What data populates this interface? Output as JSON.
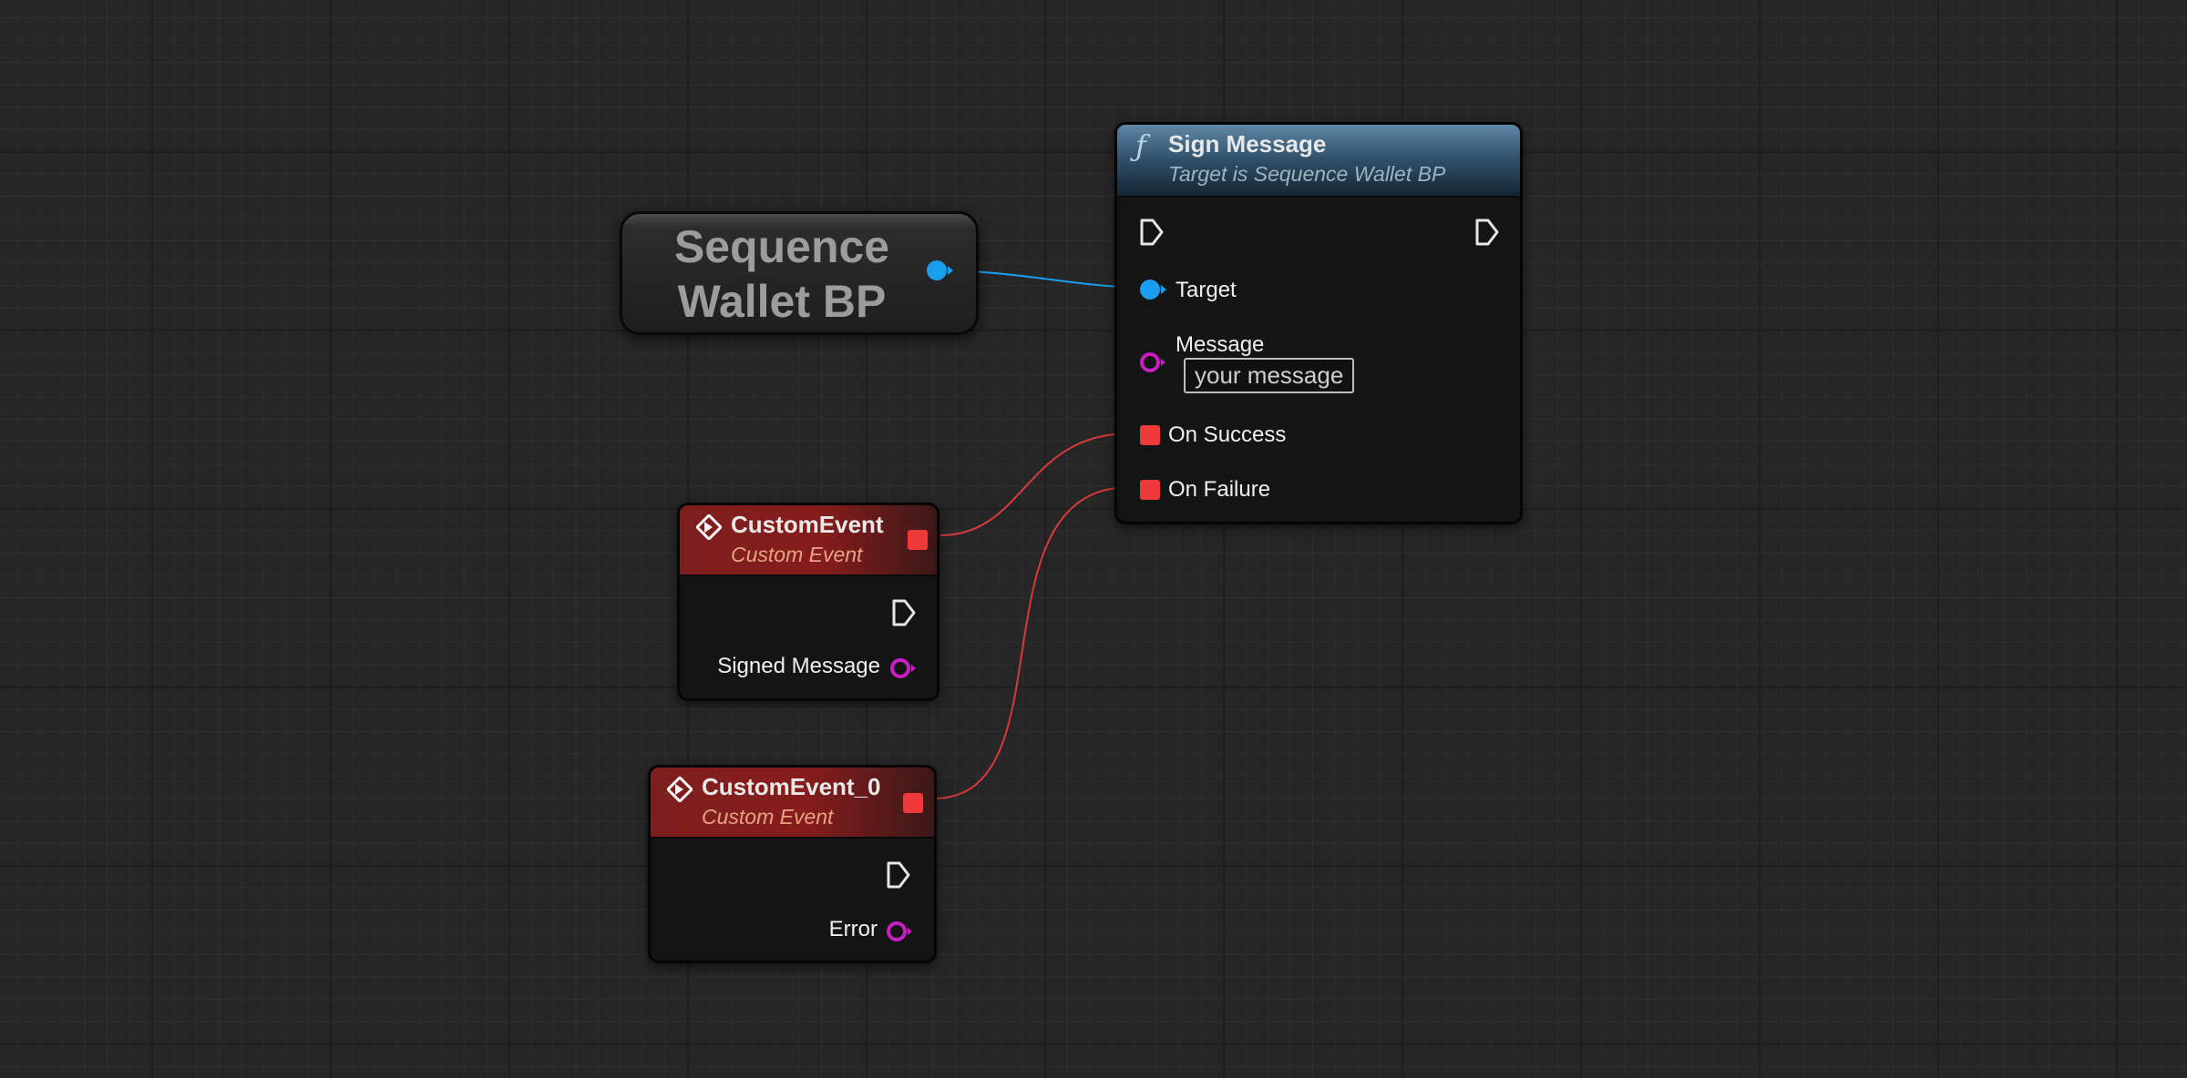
{
  "colors": {
    "object_pin": "#1a9ff0",
    "string_pin": "#c81ec3",
    "event_pin": "#ee3a3a",
    "exec_pin": "#e6e6e6",
    "wire_object": "#1a9ff0",
    "wire_event": "#d83a3a"
  },
  "variable_node": {
    "title": "Sequence Wallet BP"
  },
  "sign_message_node": {
    "icon": "function-icon",
    "title": "Sign Message",
    "subtitle": "Target is Sequence Wallet BP",
    "target_label": "Target",
    "message_label": "Message",
    "message_value": "your message",
    "on_success_label": "On Success",
    "on_failure_label": "On Failure"
  },
  "custom_event_node": {
    "icon": "event-icon",
    "title": "CustomEvent",
    "subtitle": "Custom Event",
    "output_label": "Signed Message"
  },
  "custom_event_0_node": {
    "icon": "event-icon",
    "title": "CustomEvent_0",
    "subtitle": "Custom Event",
    "output_label": "Error"
  }
}
